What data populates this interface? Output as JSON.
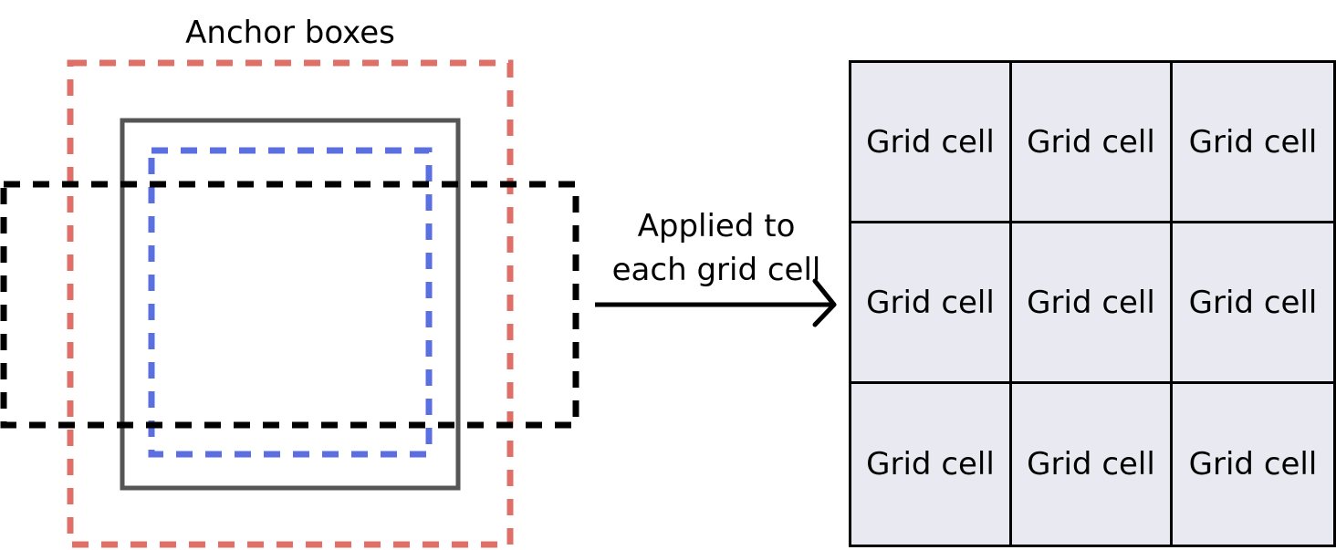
{
  "anchor_boxes": {
    "title": "Anchor boxes",
    "colors": {
      "red_box": "#e07067",
      "blue_box": "#5b6fe0",
      "black_box": "#000000",
      "gray_box": "#555555"
    }
  },
  "arrow": {
    "label_line1": "Applied to",
    "label_line2": "each grid cell"
  },
  "grid": {
    "cell_color": "#e9e9f1",
    "cells": [
      {
        "label": "Grid cell"
      },
      {
        "label": "Grid cell"
      },
      {
        "label": "Grid cell"
      },
      {
        "label": "Grid cell"
      },
      {
        "label": "Grid cell"
      },
      {
        "label": "Grid cell"
      },
      {
        "label": "Grid cell"
      },
      {
        "label": "Grid cell"
      },
      {
        "label": "Grid cell"
      }
    ]
  }
}
